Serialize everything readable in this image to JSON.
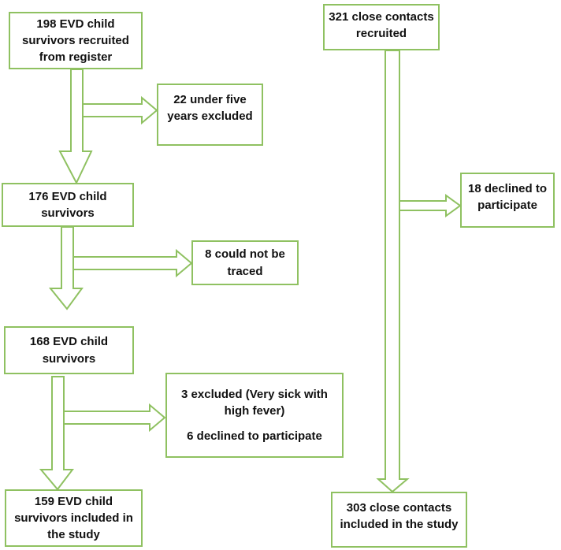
{
  "colors": {
    "stroke": "#8fc161",
    "text": "#111111",
    "background": "#ffffff"
  },
  "diagram_type": "flowchart",
  "left": {
    "recruited": {
      "lines": [
        "198 EVD child",
        "survivors recruited",
        "from register"
      ]
    },
    "excluded_under_five": {
      "lines": [
        "22 under five",
        "years excluded"
      ]
    },
    "after_first": {
      "lines": [
        "176 EVD child",
        "survivors"
      ]
    },
    "not_traced": {
      "lines": [
        "8 could not be",
        "traced"
      ]
    },
    "after_second": {
      "lines": [
        "168 EVD child",
        "survivors"
      ]
    },
    "excluded_sick": {
      "lines": [
        "3 excluded (Very sick with",
        "high fever)"
      ]
    },
    "declined": {
      "lines": [
        "6 declined to participate"
      ]
    },
    "included": {
      "lines": [
        "159 EVD child",
        "survivors included in",
        "the study"
      ]
    }
  },
  "right": {
    "recruited": {
      "lines": [
        "321 close contacts",
        "recruited"
      ]
    },
    "declined": {
      "lines": [
        "18 declined to",
        "participate"
      ]
    },
    "included": {
      "lines": [
        "303 close contacts",
        "included in the study"
      ]
    }
  }
}
